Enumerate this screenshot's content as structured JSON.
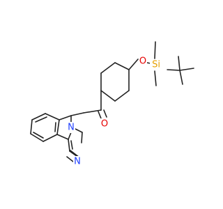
{
  "molecule": {
    "atom_labels": [
      {
        "id": "O-ether",
        "text": "O",
        "color": "#e60000"
      },
      {
        "id": "Si",
        "text": "Si",
        "color": "#e6a000"
      },
      {
        "id": "O-carbonyl",
        "text": "O",
        "color": "#e60000"
      },
      {
        "id": "N-bridge",
        "text": "N",
        "color": "#1f3fff"
      },
      {
        "id": "N-imine",
        "text": "N",
        "color": "#1f3fff"
      }
    ],
    "colors": {
      "bond": "#222222",
      "oxygen": "#e60000",
      "silicon": "#e6a000",
      "nitrogen": "#1f3fff"
    }
  }
}
